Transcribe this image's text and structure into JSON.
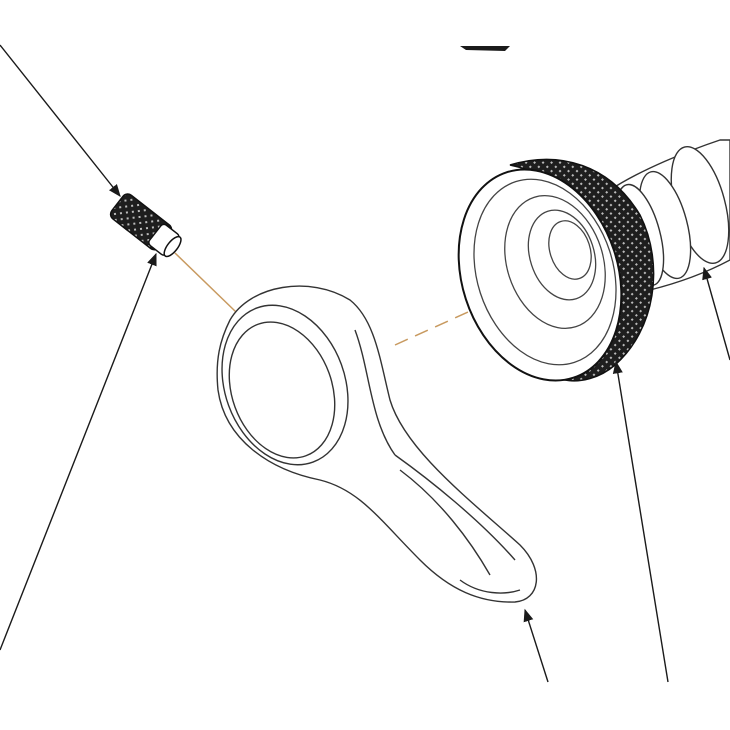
{
  "diagram": {
    "type": "exploded-parts-view",
    "parts": [
      "set-screw",
      "lever",
      "knurled-knob"
    ],
    "colors": {
      "line": "#1a1a1a",
      "axis": "#c89a60",
      "knurl": "#222222",
      "background": "#ffffff"
    }
  }
}
